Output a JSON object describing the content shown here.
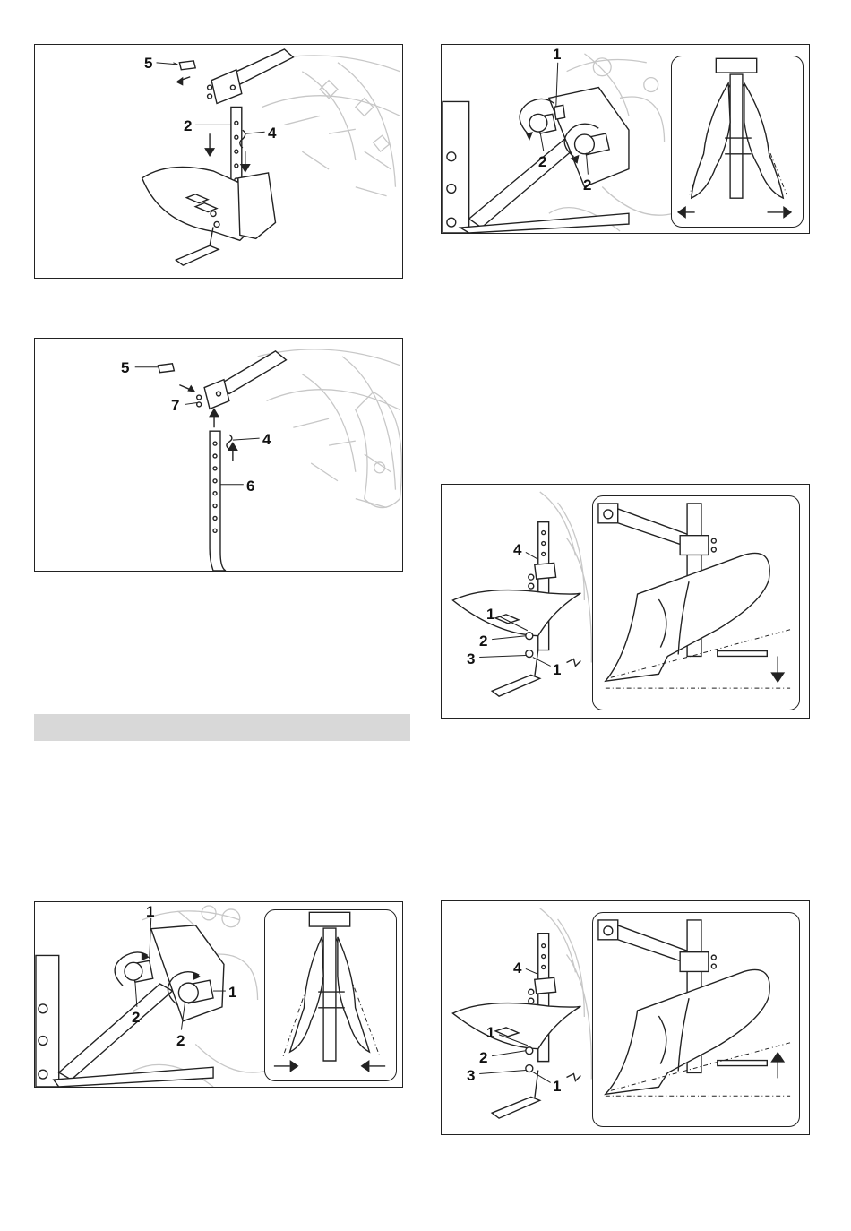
{
  "section_bar_label": "",
  "figures": [
    {
      "callouts": [
        "5",
        "2",
        "4"
      ]
    },
    {
      "callouts": [
        "5",
        "7",
        "4",
        "6"
      ]
    },
    {
      "callouts": [
        "1",
        "2",
        "2",
        "1"
      ]
    },
    {
      "callouts": [
        "1",
        "2",
        "2"
      ]
    },
    {
      "callouts": [
        "4",
        "1",
        "2",
        "3",
        "1"
      ]
    },
    {
      "callouts": [
        "4",
        "1",
        "2",
        "3",
        "1"
      ]
    }
  ],
  "colors": {
    "line": "#222222",
    "background_art": "#c7c7c7",
    "section_bar": "#d8d8d8"
  },
  "icons": [
    "arrow-up-icon",
    "arrow-down-icon",
    "arrow-left-icon",
    "arrow-right-icon",
    "curved-arrow-icon"
  ]
}
